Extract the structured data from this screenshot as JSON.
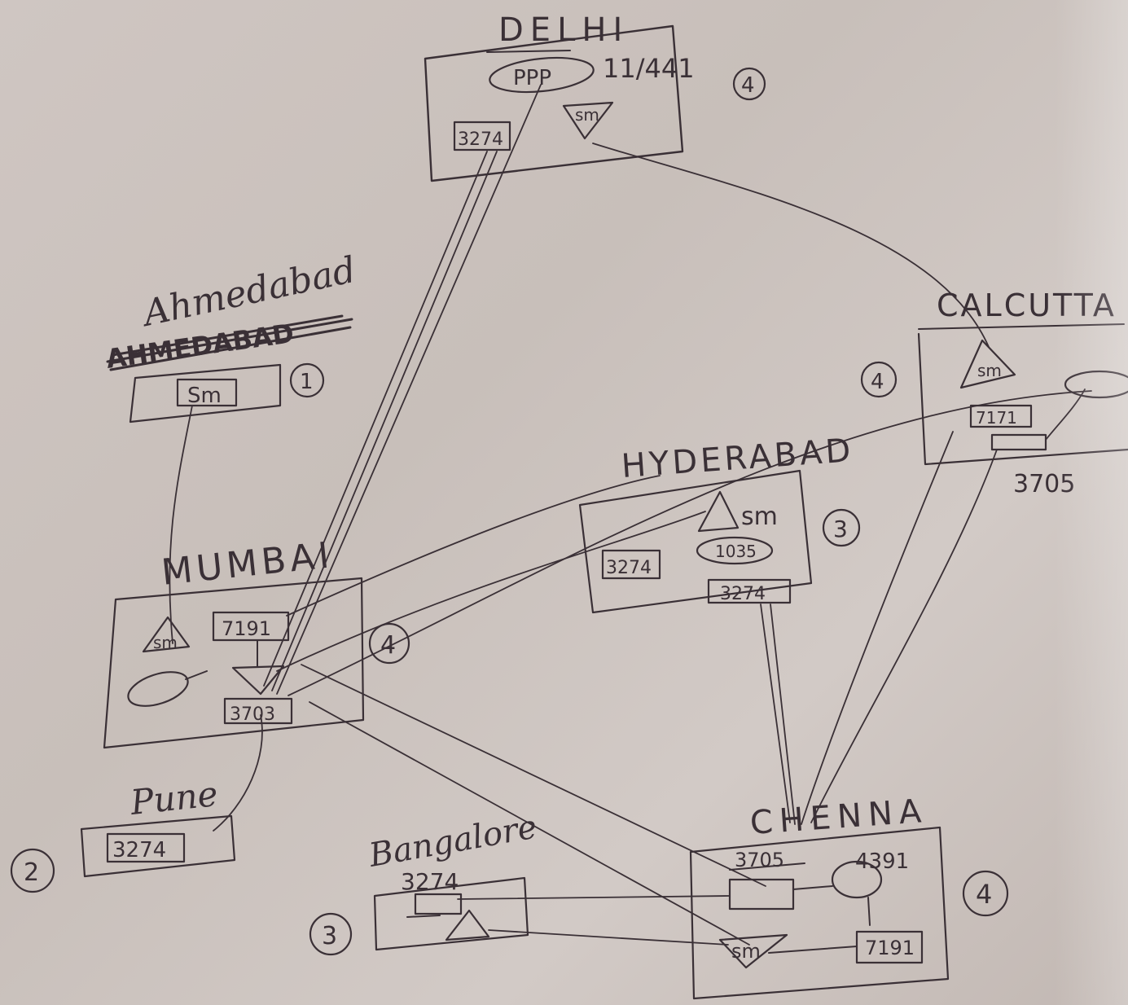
{
  "sites": {
    "delhi": {
      "name": "DELHI",
      "ppp": "PPP",
      "extra": "11/441",
      "box_3274": "3274",
      "sm": "sm",
      "count": "4"
    },
    "ahmedabad": {
      "name": "Ahmedabad",
      "struck_name": "AHMEDABAD",
      "sm": "Sm",
      "count": "1"
    },
    "calcutta": {
      "name": "CALCUTTA",
      "sm": "sm",
      "box_7171": "7171",
      "device_number": "3705",
      "count": "4"
    },
    "hyderabad": {
      "name": "HYDERABAD",
      "sm": "sm",
      "box_3274": "3274",
      "ring_1035": "1035",
      "box_3274b": "3274",
      "count": "3"
    },
    "mumbai": {
      "name": "MUMBAI",
      "sm": "sm",
      "box_7191": "7191",
      "box_3703": "3703",
      "count": "4"
    },
    "pune": {
      "name": "Pune",
      "box_3274": "3274",
      "count": "2"
    },
    "bangalore": {
      "name": "Bangalore",
      "device_number": "3274",
      "count": "3"
    },
    "chennai": {
      "name": "CHENNA",
      "box_3705": "3705",
      "ring_4391": "4391",
      "sm": "sm",
      "box_7191": "7191",
      "count": "4"
    }
  }
}
